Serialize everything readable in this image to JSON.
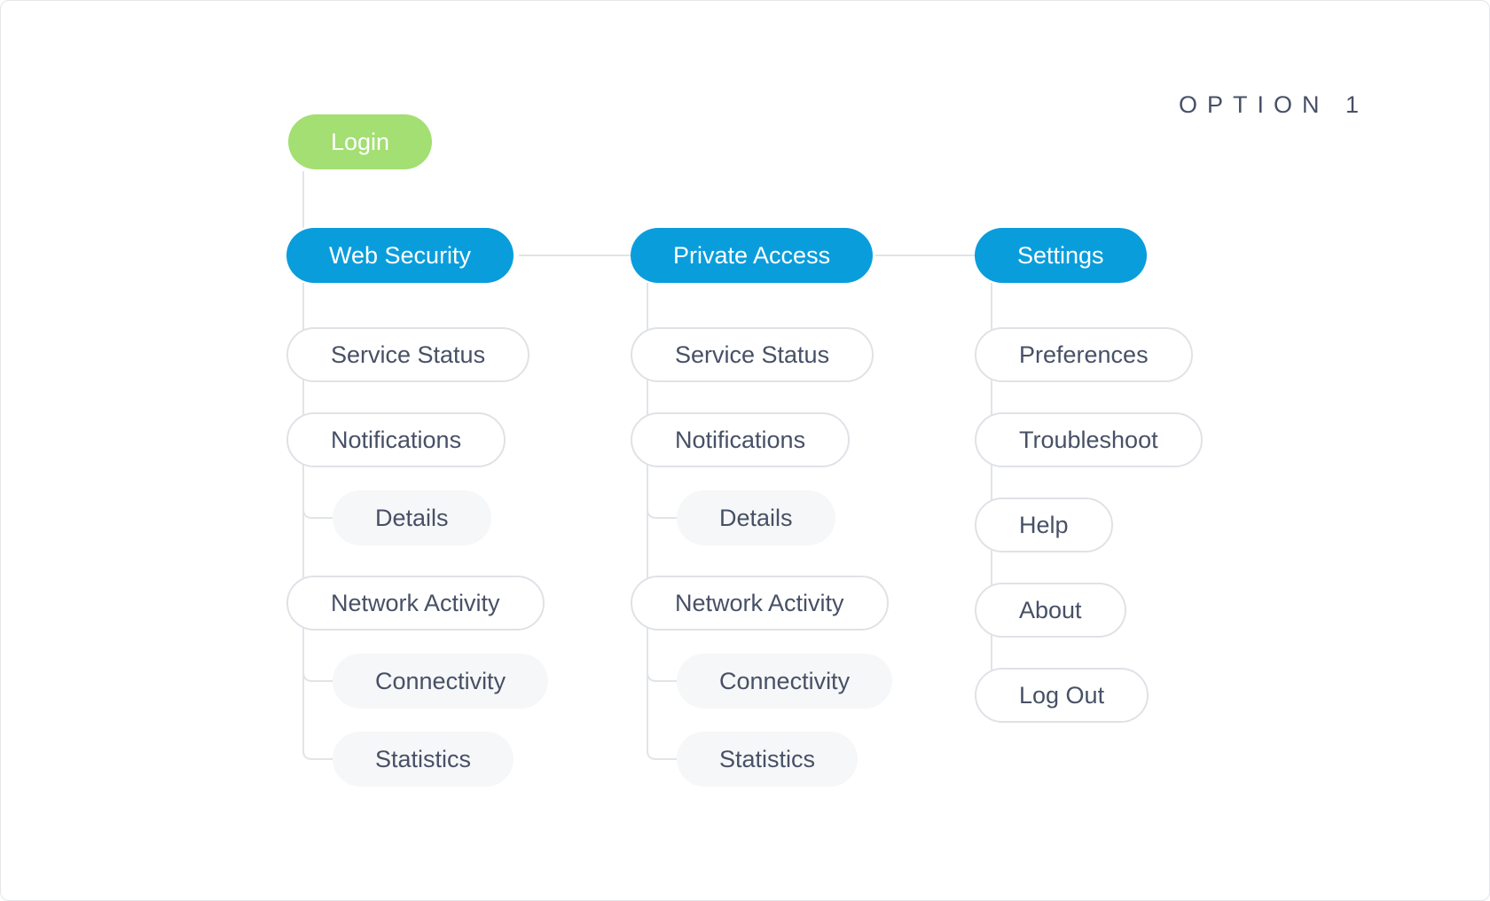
{
  "option_label": "OPTION 1",
  "login": "Login",
  "columns": [
    {
      "title": "Web Security",
      "items": [
        {
          "label": "Service Status",
          "sub": []
        },
        {
          "label": "Notifications",
          "sub": [
            "Details"
          ]
        },
        {
          "label": "Network Activity",
          "sub": [
            "Connectivity",
            "Statistics"
          ]
        }
      ]
    },
    {
      "title": "Private Access",
      "items": [
        {
          "label": "Service Status",
          "sub": []
        },
        {
          "label": "Notifications",
          "sub": [
            "Details"
          ]
        },
        {
          "label": "Network Activity",
          "sub": [
            "Connectivity",
            "Statistics"
          ]
        }
      ]
    },
    {
      "title": "Settings",
      "items": [
        {
          "label": "Preferences",
          "sub": []
        },
        {
          "label": "Troubleshoot",
          "sub": []
        },
        {
          "label": "Help",
          "sub": []
        },
        {
          "label": "About",
          "sub": []
        },
        {
          "label": "Log Out",
          "sub": []
        }
      ]
    }
  ],
  "colors": {
    "root": "#a3df72",
    "section": "#0a9ddc",
    "item_border": "#dfe2e6",
    "subitem_bg": "#f6f7f8",
    "text": "#475066",
    "connector": "#e1e4e8"
  }
}
